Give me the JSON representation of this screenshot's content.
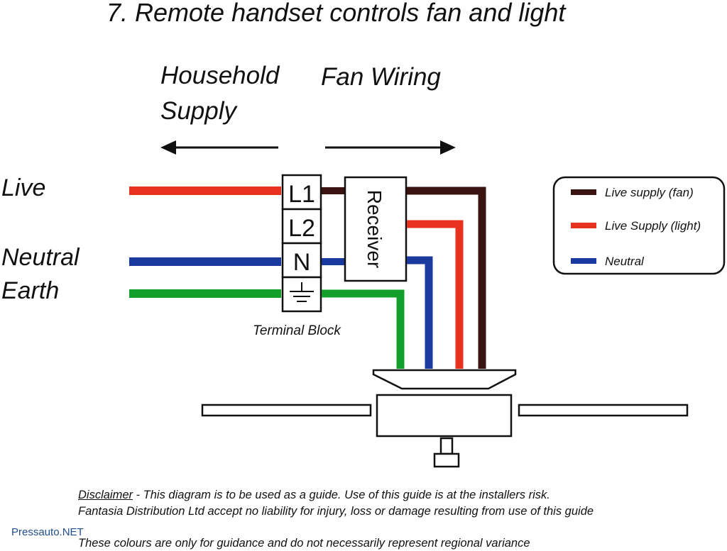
{
  "title": "7. Remote handset controls fan and light",
  "headings": {
    "household_line1": "Household",
    "household_line2": "Supply",
    "fan_wiring": "Fan Wiring"
  },
  "wire_labels": {
    "live": "Live",
    "neutral": "Neutral",
    "earth": "Earth"
  },
  "terminal_block": {
    "label": "Terminal Block",
    "terminals": [
      "L1",
      "L2",
      "N"
    ]
  },
  "receiver": "Receiver",
  "legend": [
    {
      "label": "Live supply (fan)",
      "color": "#3a1410"
    },
    {
      "label": "Live Supply (light)",
      "color": "#e8321e"
    },
    {
      "label": "Neutral",
      "color": "#1a3aa0"
    }
  ],
  "colors": {
    "live": "#e8321e",
    "live_fan": "#3a1410",
    "neutral": "#1a3aa0",
    "earth": "#12a02a"
  },
  "disclaimer": {
    "word": "Disclaimer",
    "line1": " - This diagram is to be used as a guide.  Use of this guide is at the installers risk.",
    "line2": "Fantasia Distribution Ltd accept no liability for injury, loss or damage resulting from use of this guide",
    "line3": "These colours are only for guidance and do not necessarily represent regional variance"
  },
  "watermark": "Pressauto.NET"
}
